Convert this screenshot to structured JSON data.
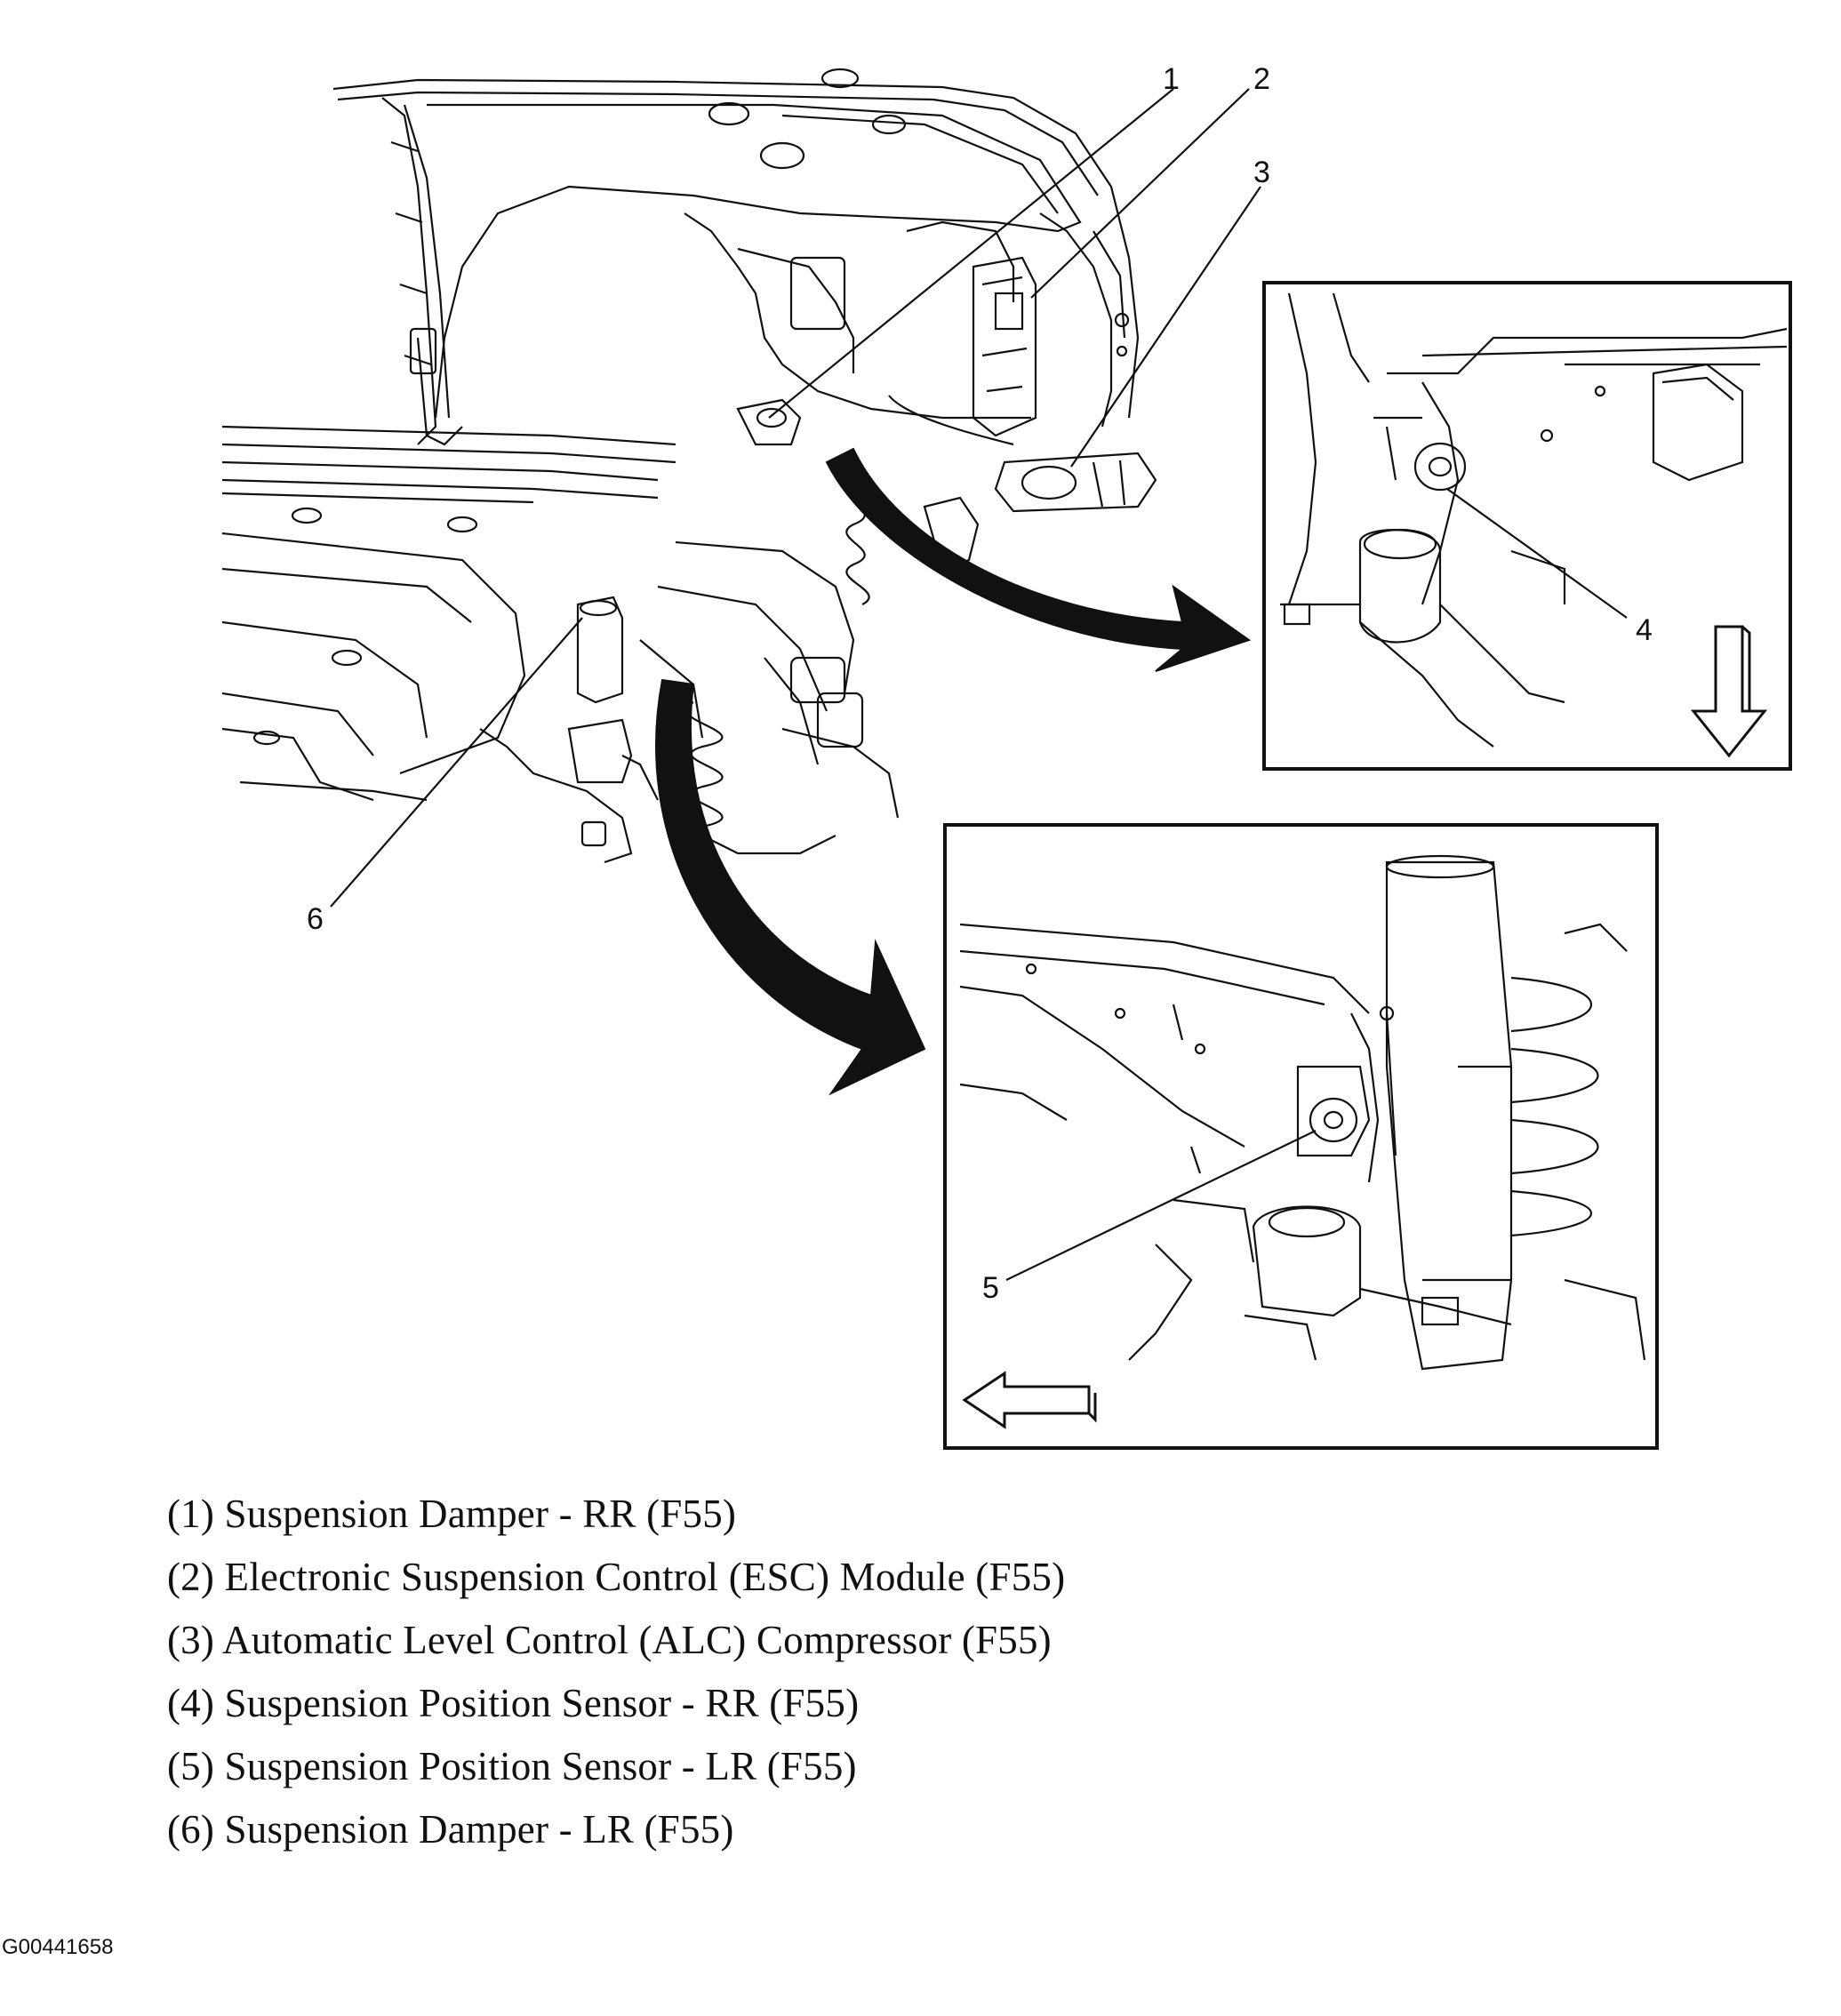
{
  "callouts": [
    "1",
    "2",
    "3",
    "4",
    "5",
    "6"
  ],
  "legend": [
    "(1) Suspension Damper - RR (F55)",
    "(2) Electronic Suspension Control (ESC) Module (F55)",
    "(3) Automatic Level Control (ALC) Compressor (F55)",
    "(4) Suspension Position Sensor - RR (F55)",
    "(5) Suspension Position Sensor - LR (F55)",
    "(6) Suspension Damper - LR (F55)"
  ],
  "figure_id": "G00441658",
  "colors": {
    "ink": "#111111",
    "background": "#ffffff"
  }
}
